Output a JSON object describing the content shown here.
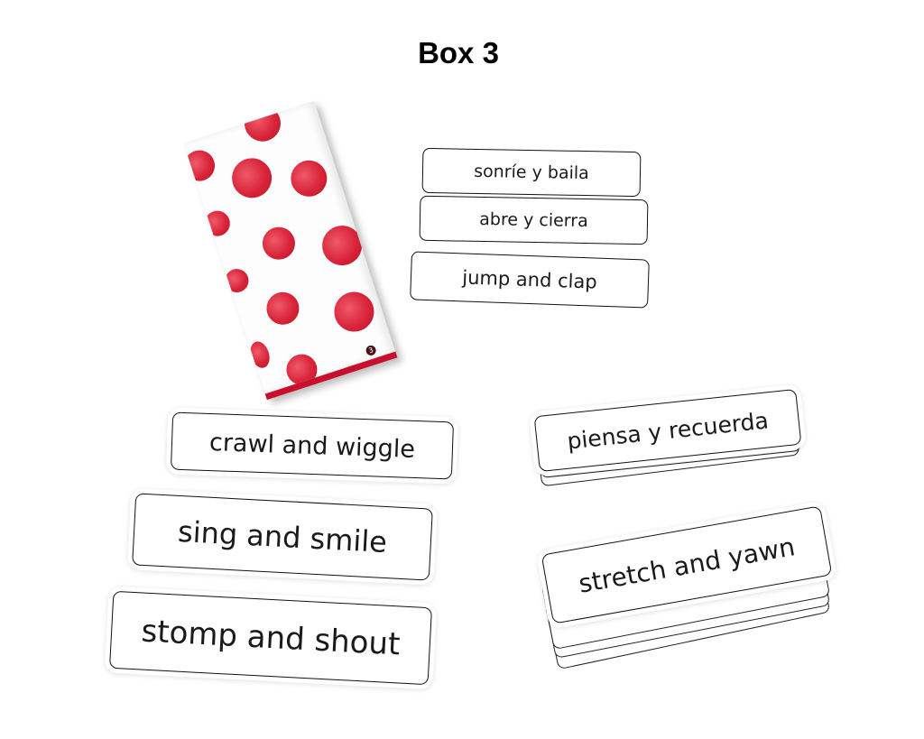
{
  "title": "Box 3",
  "box": {
    "number_label": "3",
    "color": "#c8102e"
  },
  "cards": {
    "sonrie_y_baila": "sonríe y baila",
    "abre_y_cierra": "abre y cierra",
    "jump_and_clap": "jump and clap",
    "crawl_and_wiggle": "crawl and wiggle",
    "sing_and_smile": "sing and smile",
    "stomp_and_shout": "stomp and shout",
    "piensa_y_recuerda": "piensa y recuerda",
    "stretch_and_yawn": "stretch and yawn"
  }
}
